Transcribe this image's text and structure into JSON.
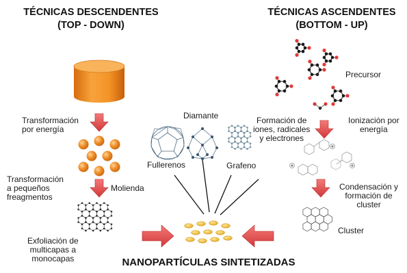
{
  "top_down": {
    "title": "TÉCNICAS DESCENDENTES",
    "subtitle": "(TOP - DOWN)",
    "steps": [
      "Transformación\npor energía",
      "Transformación\na pequeños\nfreagmentos",
      "Molienda",
      "Exfoliación de\nmulticapas a\nmonocapas"
    ]
  },
  "bottom_up": {
    "title": "TÉCNICAS ASCENDENTES",
    "subtitle": "(BOTTOM - UP)",
    "labels": [
      "Precursor",
      "Formación de\niones, radicales\ny electrones",
      "Ionización por\nenergía",
      "Condensación y\nformación de\ncluster",
      "Cluster"
    ]
  },
  "allotropes": [
    "Diamante",
    "Fullerenos",
    "Grafeno"
  ],
  "result": "NANOPARTÍCULAS SINTETIZADAS",
  "colors": {
    "arrow": "#e04848",
    "arrow_shade": "#b52a2a",
    "cylinder": "#f39a2a",
    "sphere": "#f0902a",
    "oxygen_atom": "#e03a3a",
    "carbon_atom": "#1a1a1a",
    "nanoparticle": "#f2c23a"
  },
  "icons": [
    "cylinder-icon",
    "sphere-cluster-icon",
    "graphene-sheet-icon",
    "fullerene-icon",
    "diamond-lattice-icon",
    "molecule-icon",
    "cluster-icon",
    "nanoparticle-icon",
    "arrow-down-icon",
    "arrow-right-icon",
    "arrow-left-icon"
  ]
}
